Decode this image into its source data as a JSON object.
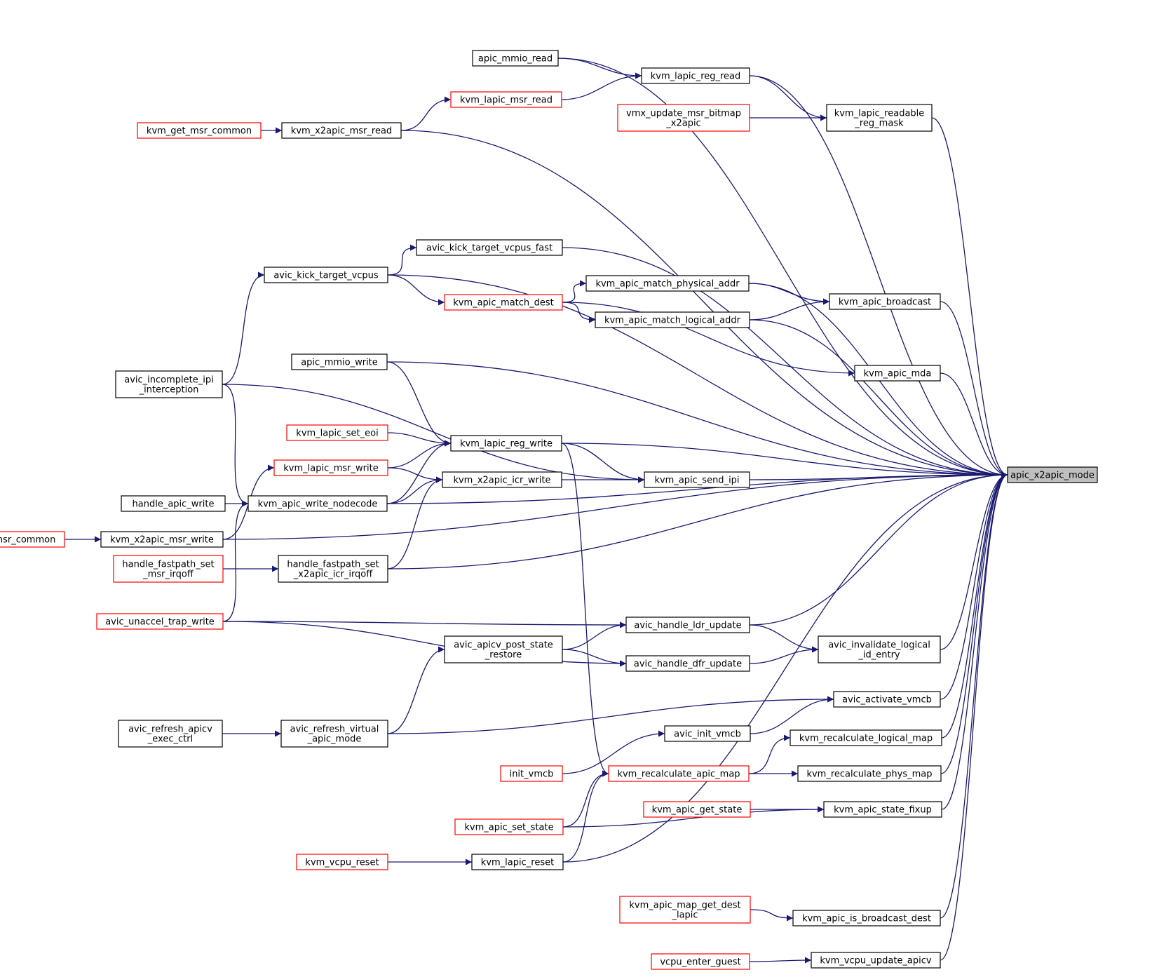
{
  "colors": {
    "edge": "#191970",
    "node_border": "#000000",
    "node_border_truncated": "#ff0000",
    "focus_fill": "#bfbfbf",
    "node_fill": "#ffffff"
  },
  "nodes": [
    {
      "id": "apic_x2apic_mode",
      "lines": [
        "apic_x2apic_mode"
      ],
      "style": "focus"
    },
    {
      "id": "apic_mmio_read",
      "lines": [
        "apic_mmio_read"
      ],
      "style": "normal"
    },
    {
      "id": "kvm_lapic_reg_read",
      "lines": [
        "kvm_lapic_reg_read"
      ],
      "style": "normal"
    },
    {
      "id": "kvm_lapic_msr_read",
      "lines": [
        "kvm_lapic_msr_read"
      ],
      "style": "red"
    },
    {
      "id": "vmx_update_msr_bitmap_x2apic",
      "lines": [
        "vmx_update_msr_bitmap",
        "_x2apic"
      ],
      "style": "red"
    },
    {
      "id": "kvm_lapic_readable_reg_mask",
      "lines": [
        "kvm_lapic_readable",
        "_reg_mask"
      ],
      "style": "normal"
    },
    {
      "id": "kvm_get_msr_common",
      "lines": [
        "kvm_get_msr_common"
      ],
      "style": "red"
    },
    {
      "id": "kvm_x2apic_msr_read",
      "lines": [
        "kvm_x2apic_msr_read"
      ],
      "style": "normal"
    },
    {
      "id": "avic_kick_target_vcpus_fast",
      "lines": [
        "avic_kick_target_vcpus_fast"
      ],
      "style": "normal"
    },
    {
      "id": "avic_kick_target_vcpus",
      "lines": [
        "avic_kick_target_vcpus"
      ],
      "style": "normal"
    },
    {
      "id": "kvm_apic_match_physical_addr",
      "lines": [
        "kvm_apic_match_physical_addr"
      ],
      "style": "normal"
    },
    {
      "id": "kvm_apic_match_dest",
      "lines": [
        "kvm_apic_match_dest"
      ],
      "style": "red"
    },
    {
      "id": "kvm_apic_broadcast",
      "lines": [
        "kvm_apic_broadcast"
      ],
      "style": "normal"
    },
    {
      "id": "kvm_apic_match_logical_addr",
      "lines": [
        "kvm_apic_match_logical_addr"
      ],
      "style": "normal"
    },
    {
      "id": "apic_mmio_write",
      "lines": [
        "apic_mmio_write"
      ],
      "style": "normal"
    },
    {
      "id": "kvm_apic_mda",
      "lines": [
        "kvm_apic_mda"
      ],
      "style": "normal"
    },
    {
      "id": "avic_incomplete_ipi_interception",
      "lines": [
        "avic_incomplete_ipi",
        "_interception"
      ],
      "style": "normal"
    },
    {
      "id": "kvm_lapic_set_eoi",
      "lines": [
        "kvm_lapic_set_eoi"
      ],
      "style": "red"
    },
    {
      "id": "kvm_lapic_reg_write",
      "lines": [
        "kvm_lapic_reg_write"
      ],
      "style": "normal"
    },
    {
      "id": "kvm_lapic_msr_write",
      "lines": [
        "kvm_lapic_msr_write"
      ],
      "style": "red"
    },
    {
      "id": "kvm_x2apic_icr_write",
      "lines": [
        "kvm_x2apic_icr_write"
      ],
      "style": "normal"
    },
    {
      "id": "kvm_apic_send_ipi",
      "lines": [
        "kvm_apic_send_ipi"
      ],
      "style": "normal"
    },
    {
      "id": "handle_apic_write",
      "lines": [
        "handle_apic_write"
      ],
      "style": "normal"
    },
    {
      "id": "kvm_apic_write_nodecode",
      "lines": [
        "kvm_apic_write_nodecode"
      ],
      "style": "normal"
    },
    {
      "id": "kvm_set_msr_common",
      "lines": [
        "kvm_set_msr_common"
      ],
      "style": "red"
    },
    {
      "id": "kvm_x2apic_msr_write",
      "lines": [
        "kvm_x2apic_msr_write"
      ],
      "style": "normal"
    },
    {
      "id": "handle_fastpath_set_msr_irqoff",
      "lines": [
        "handle_fastpath_set",
        "_msr_irqoff"
      ],
      "style": "red"
    },
    {
      "id": "handle_fastpath_set_x2apic_icr_irqoff",
      "lines": [
        "handle_fastpath_set",
        "_x2apic_icr_irqoff"
      ],
      "style": "normal"
    },
    {
      "id": "avic_unaccel_trap_write",
      "lines": [
        "avic_unaccel_trap_write"
      ],
      "style": "red"
    },
    {
      "id": "avic_handle_ldr_update",
      "lines": [
        "avic_handle_ldr_update"
      ],
      "style": "normal"
    },
    {
      "id": "avic_apicv_post_state_restore",
      "lines": [
        "avic_apicv_post_state",
        "_restore"
      ],
      "style": "normal"
    },
    {
      "id": "avic_handle_dfr_update",
      "lines": [
        "avic_handle_dfr_update"
      ],
      "style": "normal"
    },
    {
      "id": "avic_invalidate_logical_id_entry",
      "lines": [
        "avic_invalidate_logical",
        "_id_entry"
      ],
      "style": "normal"
    },
    {
      "id": "avic_activate_vmcb",
      "lines": [
        "avic_activate_vmcb"
      ],
      "style": "normal"
    },
    {
      "id": "avic_refresh_apicv_exec_ctrl",
      "lines": [
        "avic_refresh_apicv",
        "_exec_ctrl"
      ],
      "style": "normal"
    },
    {
      "id": "avic_refresh_virtual_apic_mode",
      "lines": [
        "avic_refresh_virtual",
        "_apic_mode"
      ],
      "style": "normal"
    },
    {
      "id": "avic_init_vmcb",
      "lines": [
        "avic_init_vmcb"
      ],
      "style": "normal"
    },
    {
      "id": "kvm_recalculate_logical_map",
      "lines": [
        "kvm_recalculate_logical_map"
      ],
      "style": "normal"
    },
    {
      "id": "init_vmcb",
      "lines": [
        "init_vmcb"
      ],
      "style": "red"
    },
    {
      "id": "kvm_recalculate_apic_map",
      "lines": [
        "kvm_recalculate_apic_map"
      ],
      "style": "red"
    },
    {
      "id": "kvm_recalculate_phys_map",
      "lines": [
        "kvm_recalculate_phys_map"
      ],
      "style": "normal"
    },
    {
      "id": "kvm_apic_get_state",
      "lines": [
        "kvm_apic_get_state"
      ],
      "style": "red"
    },
    {
      "id": "kvm_apic_state_fixup",
      "lines": [
        "kvm_apic_state_fixup"
      ],
      "style": "normal"
    },
    {
      "id": "kvm_apic_set_state",
      "lines": [
        "kvm_apic_set_state"
      ],
      "style": "red"
    },
    {
      "id": "kvm_vcpu_reset",
      "lines": [
        "kvm_vcpu_reset"
      ],
      "style": "red"
    },
    {
      "id": "kvm_lapic_reset",
      "lines": [
        "kvm_lapic_reset"
      ],
      "style": "normal"
    },
    {
      "id": "kvm_apic_map_get_dest_lapic",
      "lines": [
        "kvm_apic_map_get_dest",
        "_lapic"
      ],
      "style": "red"
    },
    {
      "id": "kvm_apic_is_broadcast_dest",
      "lines": [
        "kvm_apic_is_broadcast_dest"
      ],
      "style": "normal"
    },
    {
      "id": "vcpu_enter_guest",
      "lines": [
        "vcpu_enter_guest"
      ],
      "style": "red"
    },
    {
      "id": "kvm_vcpu_update_apicv",
      "lines": [
        "kvm_vcpu_update_apicv"
      ],
      "style": "normal"
    }
  ],
  "edges": [
    [
      "apic_mmio_read",
      "apic_x2apic_mode"
    ],
    [
      "apic_mmio_read",
      "kvm_lapic_reg_read"
    ],
    [
      "kvm_lapic_reg_read",
      "apic_x2apic_mode"
    ],
    [
      "kvm_lapic_reg_read",
      "kvm_lapic_readable_reg_mask"
    ],
    [
      "kvm_lapic_msr_read",
      "kvm_lapic_reg_read"
    ],
    [
      "kvm_x2apic_msr_read",
      "kvm_lapic_msr_read"
    ],
    [
      "kvm_x2apic_msr_read",
      "apic_x2apic_mode"
    ],
    [
      "kvm_get_msr_common",
      "kvm_x2apic_msr_read"
    ],
    [
      "vmx_update_msr_bitmap_x2apic",
      "kvm_lapic_readable_reg_mask"
    ],
    [
      "kvm_lapic_readable_reg_mask",
      "apic_x2apic_mode"
    ],
    [
      "avic_kick_target_vcpus",
      "apic_x2apic_mode"
    ],
    [
      "avic_kick_target_vcpus",
      "avic_kick_target_vcpus_fast"
    ],
    [
      "avic_kick_target_vcpus",
      "kvm_apic_match_dest"
    ],
    [
      "avic_kick_target_vcpus_fast",
      "apic_x2apic_mode"
    ],
    [
      "avic_incomplete_ipi_interception",
      "avic_kick_target_vcpus"
    ],
    [
      "avic_incomplete_ipi_interception",
      "kvm_apic_send_ipi"
    ],
    [
      "avic_incomplete_ipi_interception",
      "kvm_apic_write_nodecode"
    ],
    [
      "kvm_apic_match_dest",
      "kvm_apic_match_physical_addr"
    ],
    [
      "kvm_apic_match_dest",
      "kvm_apic_match_logical_addr"
    ],
    [
      "kvm_apic_match_dest",
      "kvm_apic_mda"
    ],
    [
      "kvm_apic_match_physical_addr",
      "apic_x2apic_mode"
    ],
    [
      "kvm_apic_match_physical_addr",
      "kvm_apic_broadcast"
    ],
    [
      "kvm_apic_match_logical_addr",
      "kvm_apic_broadcast"
    ],
    [
      "kvm_apic_match_logical_addr",
      "apic_x2apic_mode"
    ],
    [
      "kvm_apic_broadcast",
      "apic_x2apic_mode"
    ],
    [
      "kvm_apic_mda",
      "apic_x2apic_mode"
    ],
    [
      "apic_mmio_write",
      "apic_x2apic_mode"
    ],
    [
      "apic_mmio_write",
      "kvm_lapic_reg_write"
    ],
    [
      "kvm_lapic_set_eoi",
      "kvm_lapic_reg_write"
    ],
    [
      "kvm_lapic_reg_write",
      "apic_x2apic_mode"
    ],
    [
      "kvm_lapic_reg_write",
      "kvm_apic_send_ipi"
    ],
    [
      "kvm_lapic_reg_write",
      "kvm_recalculate_apic_map"
    ],
    [
      "kvm_lapic_msr_write",
      "kvm_lapic_reg_write"
    ],
    [
      "kvm_lapic_msr_write",
      "kvm_x2apic_icr_write"
    ],
    [
      "kvm_x2apic_icr_write",
      "kvm_apic_send_ipi"
    ],
    [
      "kvm_apic_send_ipi",
      "apic_x2apic_mode"
    ],
    [
      "kvm_apic_write_nodecode",
      "kvm_lapic_reg_write"
    ],
    [
      "kvm_apic_write_nodecode",
      "kvm_x2apic_icr_write"
    ],
    [
      "kvm_apic_write_nodecode",
      "apic_x2apic_mode"
    ],
    [
      "handle_apic_write",
      "kvm_apic_write_nodecode"
    ],
    [
      "kvm_x2apic_msr_write",
      "kvm_lapic_msr_write"
    ],
    [
      "kvm_x2apic_msr_write",
      "apic_x2apic_mode"
    ],
    [
      "kvm_set_msr_common",
      "kvm_x2apic_msr_write"
    ],
    [
      "handle_fastpath_set_x2apic_icr_irqoff",
      "kvm_x2apic_icr_write"
    ],
    [
      "handle_fastpath_set_x2apic_icr_irqoff",
      "apic_x2apic_mode"
    ],
    [
      "handle_fastpath_set_msr_irqoff",
      "handle_fastpath_set_x2apic_icr_irqoff"
    ],
    [
      "avic_unaccel_trap_write",
      "kvm_apic_write_nodecode"
    ],
    [
      "avic_unaccel_trap_write",
      "avic_handle_ldr_update"
    ],
    [
      "avic_unaccel_trap_write",
      "avic_handle_dfr_update"
    ],
    [
      "avic_handle_ldr_update",
      "apic_x2apic_mode"
    ],
    [
      "avic_handle_ldr_update",
      "avic_invalidate_logical_id_entry"
    ],
    [
      "avic_apicv_post_state_restore",
      "avic_handle_ldr_update"
    ],
    [
      "avic_apicv_post_state_restore",
      "avic_handle_dfr_update"
    ],
    [
      "avic_handle_dfr_update",
      "avic_invalidate_logical_id_entry"
    ],
    [
      "avic_invalidate_logical_id_entry",
      "apic_x2apic_mode"
    ],
    [
      "avic_refresh_virtual_apic_mode",
      "avic_apicv_post_state_restore"
    ],
    [
      "avic_refresh_virtual_apic_mode",
      "avic_activate_vmcb"
    ],
    [
      "avic_refresh_apicv_exec_ctrl",
      "avic_refresh_virtual_apic_mode"
    ],
    [
      "avic_activate_vmcb",
      "apic_x2apic_mode"
    ],
    [
      "avic_init_vmcb",
      "avic_activate_vmcb"
    ],
    [
      "init_vmcb",
      "avic_init_vmcb"
    ],
    [
      "kvm_recalculate_apic_map",
      "kvm_recalculate_logical_map"
    ],
    [
      "kvm_recalculate_apic_map",
      "kvm_recalculate_phys_map"
    ],
    [
      "kvm_recalculate_logical_map",
      "apic_x2apic_mode"
    ],
    [
      "kvm_recalculate_phys_map",
      "apic_x2apic_mode"
    ],
    [
      "kvm_apic_set_state",
      "kvm_recalculate_apic_map"
    ],
    [
      "kvm_apic_set_state",
      "kvm_apic_state_fixup"
    ],
    [
      "kvm_apic_get_state",
      "kvm_apic_state_fixup"
    ],
    [
      "kvm_apic_state_fixup",
      "apic_x2apic_mode"
    ],
    [
      "kvm_lapic_reset",
      "kvm_recalculate_apic_map"
    ],
    [
      "kvm_lapic_reset",
      "apic_x2apic_mode"
    ],
    [
      "kvm_vcpu_reset",
      "kvm_lapic_reset"
    ],
    [
      "kvm_apic_map_get_dest_lapic",
      "kvm_apic_is_broadcast_dest"
    ],
    [
      "kvm_apic_is_broadcast_dest",
      "apic_x2apic_mode"
    ],
    [
      "vcpu_enter_guest",
      "kvm_vcpu_update_apicv"
    ],
    [
      "kvm_vcpu_update_apicv",
      "apic_x2apic_mode"
    ]
  ]
}
